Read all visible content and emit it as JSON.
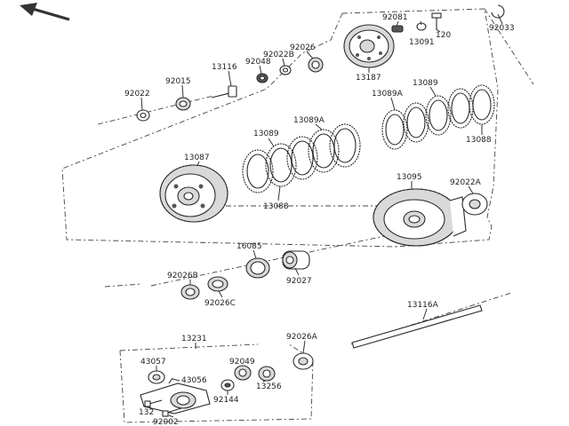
{
  "parts": {
    "p92081": "92081",
    "p92033": "92033",
    "p13091": "13091",
    "p120": "120",
    "p92026_top": "92026",
    "p92022B": "92022B",
    "p92048": "92048",
    "p13116": "13116",
    "p13187": "13187",
    "p92022": "92022",
    "p92015": "92015",
    "p13089A_r": "13089A",
    "p13089_r": "13089",
    "p13088_r": "13088",
    "p13089A_l": "13089A",
    "p13089_l": "13089",
    "p13087": "13087",
    "p13088_l": "13088",
    "p13095": "13095",
    "p92022A": "92022A",
    "p16085": "16085",
    "p92026B": "92026B",
    "p92027": "92027",
    "p92026C": "92026C",
    "p13116A": "13116A",
    "p13231": "13231",
    "p92026A": "92026A",
    "p43057": "43057",
    "p92049": "92049",
    "p43056": "43056",
    "p13256": "13256",
    "p92144": "92144",
    "p132": "132",
    "p92002": "92002"
  }
}
